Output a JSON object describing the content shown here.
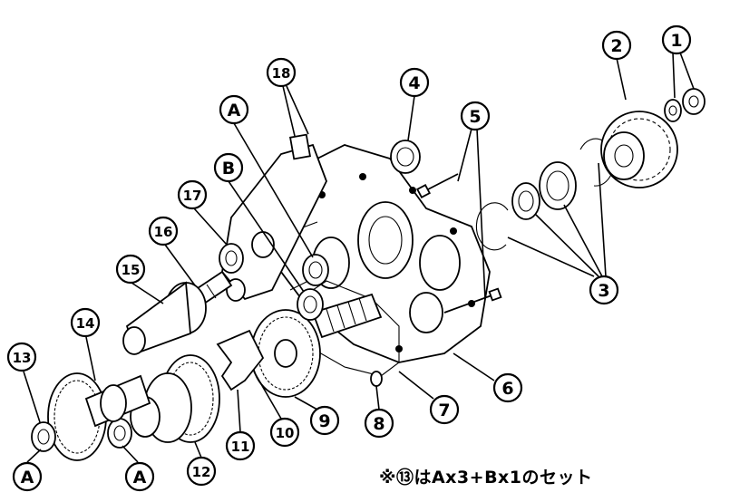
{
  "callouts": [
    {
      "id": "1",
      "label": "1"
    },
    {
      "id": "2",
      "label": "2"
    },
    {
      "id": "3",
      "label": "3"
    },
    {
      "id": "4",
      "label": "4"
    },
    {
      "id": "5",
      "label": "5"
    },
    {
      "id": "6",
      "label": "6"
    },
    {
      "id": "7",
      "label": "7"
    },
    {
      "id": "8",
      "label": "8"
    },
    {
      "id": "9",
      "label": "9"
    },
    {
      "id": "10",
      "label": "10"
    },
    {
      "id": "11",
      "label": "11"
    },
    {
      "id": "12",
      "label": "12"
    },
    {
      "id": "13",
      "label": "13"
    },
    {
      "id": "14",
      "label": "14"
    },
    {
      "id": "15",
      "label": "15"
    },
    {
      "id": "16",
      "label": "16"
    },
    {
      "id": "17",
      "label": "17"
    },
    {
      "id": "18",
      "label": "18"
    },
    {
      "id": "A1",
      "label": "A"
    },
    {
      "id": "B",
      "label": "B"
    },
    {
      "id": "A2",
      "label": "A"
    },
    {
      "id": "A3",
      "label": "A"
    }
  ],
  "note": "※⑬はAx3+Bx1のセット"
}
